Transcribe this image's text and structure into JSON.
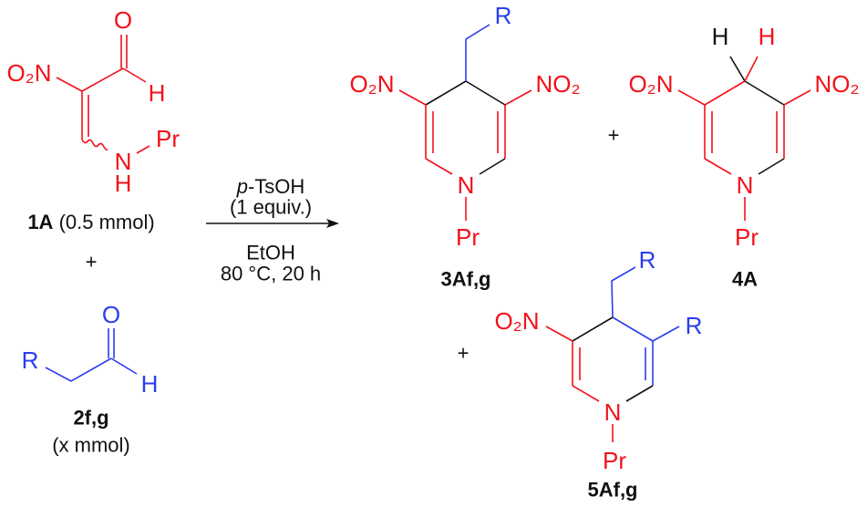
{
  "reactant_1": {
    "nitro": "O₂N",
    "oxygen": "O",
    "aldehyde_h": "H",
    "amine_n": "N",
    "amine_h": "H",
    "propyl": "Pr",
    "label": "1A",
    "amount": "(0.5 mmol)"
  },
  "plus_1": "+",
  "reactant_2": {
    "r_group": "R",
    "oxygen": "O",
    "aldehyde_h": "H",
    "label": "2f,g",
    "amount": "(x mmol)"
  },
  "conditions": {
    "reagent_prefix": "p",
    "reagent": "-TsOH",
    "equiv": "(1 equiv.)",
    "solvent": "EtOH",
    "temp_time": "80 °C, 20 h"
  },
  "product_3": {
    "r_group": "R",
    "nitro_left": "O₂N",
    "nitro_right": "NO₂",
    "ring_n": "N",
    "propyl": "Pr",
    "label": "3Af,g"
  },
  "plus_2": "+",
  "product_4": {
    "h_left": "H",
    "h_right": "H",
    "nitro_left": "O₂N",
    "nitro_right": "NO₂",
    "ring_n": "N",
    "propyl": "Pr",
    "label": "4A"
  },
  "plus_3": "+",
  "product_5": {
    "r_group_top": "R",
    "r_group_right": "R",
    "nitro_left": "O₂N",
    "ring_n": "N",
    "propyl": "Pr",
    "label": "5Af,g"
  },
  "colors": {
    "reactant_1": "#f2111a",
    "reactant_2": "#2a3ef0",
    "bonds": "#111111"
  }
}
